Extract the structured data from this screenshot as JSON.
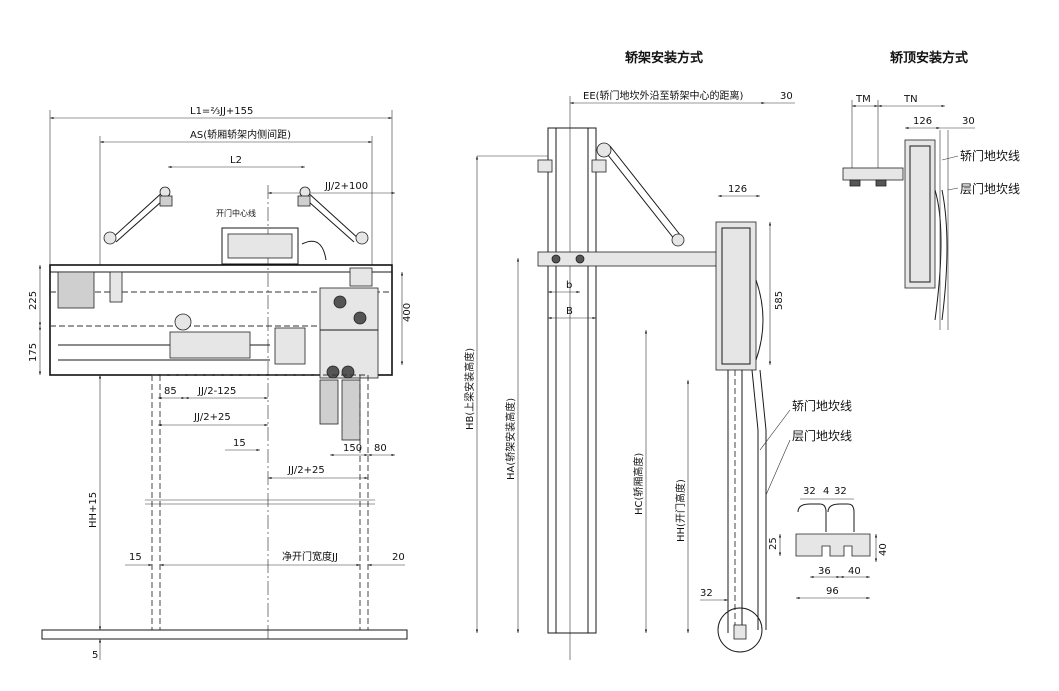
{
  "titles": {
    "car_frame_install": "轿架安装方式",
    "car_top_install": "轿顶安装方式"
  },
  "front_view": {
    "l1": "L1=⅔JJ+155",
    "as": "AS(轿厢轿架内侧间距)",
    "l2": "L2",
    "jj_plus_100": "JJ/2+100",
    "door_center_line": "开门中心线",
    "dim_225": "225",
    "dim_175": "175",
    "dim_400": "400",
    "dim_85": "85",
    "jj_minus_125": "JJ/2-125",
    "jj_plus_25_a": "JJ/2+25",
    "dim_15_a": "15",
    "dim_150": "150",
    "dim_80": "80",
    "jj_plus_25_b": "JJ/2+25",
    "hh_plus_15": "HH+15",
    "dim_15_b": "15",
    "clear_opening": "净开门宽度JJ",
    "dim_20": "20",
    "dim_5": "5"
  },
  "side_view": {
    "ee": "EE(轿门地坎外沿至轿架中心的距离)",
    "dim_30": "30",
    "dim_126": "126",
    "dim_585": "585",
    "b_small": "b",
    "b_big": "B",
    "hb": "HB(上梁安装高度)",
    "ha": "HA(轿架安装高度)",
    "hc": "HC(轿厢高度)",
    "hh": "HH(开门高度)",
    "car_sill_line": "轿门地坎线",
    "landing_sill_line": "层门地坎线",
    "dim_32": "32"
  },
  "sill_detail": {
    "top_32_left": "32",
    "top_4": "4",
    "top_32_right": "32",
    "dim_25": "25",
    "dim_36": "36",
    "dim_40_bottom": "40",
    "dim_40_right": "40",
    "dim_96": "96"
  },
  "top_view": {
    "tm": "TM",
    "tn": "TN",
    "dim_126": "126",
    "dim_30": "30",
    "car_sill_line": "轿门地坎线",
    "landing_sill_line": "层门地坎线"
  }
}
